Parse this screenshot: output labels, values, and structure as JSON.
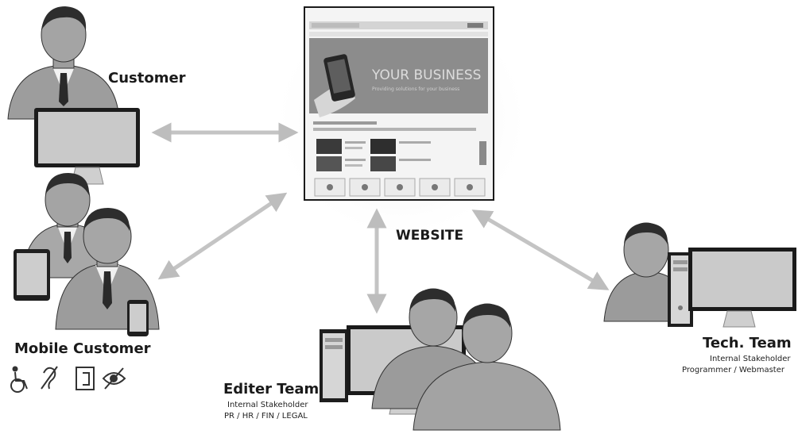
{
  "website": {
    "label": "WEBSITE",
    "hero_text": "YOUR BUSINESS",
    "hero_subtext": "Providing solutions for your business"
  },
  "customer": {
    "label": "Customer"
  },
  "mobile_customer": {
    "label": "Mobile Customer",
    "accessibility_icons": [
      "wheelchair-icon",
      "hearing-impaired-icon",
      "sign-language-icon",
      "low-vision-icon"
    ]
  },
  "editor_team": {
    "title": "Editer Team",
    "line1": "Internal Stakeholder",
    "line2": "PR / HR / FIN / LEGAL"
  },
  "tech_team": {
    "title": "Tech. Team",
    "line1": "Internal Stakeholder",
    "line2": "Programmer / Webmaster"
  },
  "colors": {
    "person_fill": "#9a9a9a",
    "person_dark": "#3a3a3a",
    "shirt": "#eeeeee",
    "screen": "#c8c8c8",
    "arrow": "#c4c4c4",
    "hero": "#8c8c8c"
  }
}
